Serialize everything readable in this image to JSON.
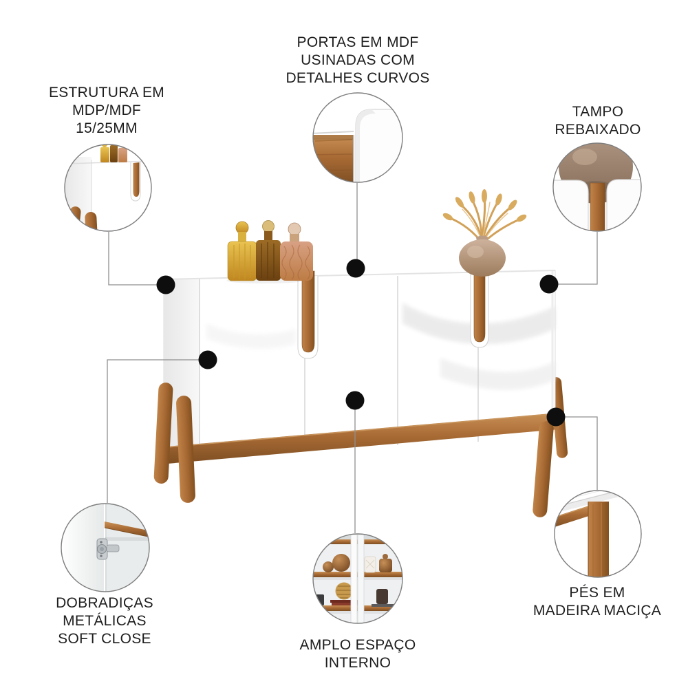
{
  "colors": {
    "wood": "#a96b35",
    "wood_dark": "#7d4e22",
    "text": "#1d1d1d",
    "connector_line": "#8f8f8f",
    "callout_dot": "#0e0e0e",
    "vase": "#b49379",
    "wheat": "#d2a159"
  },
  "callouts": {
    "estrutura": {
      "lines": [
        "ESTRUTURA EM",
        "MDP/MDF",
        "15/25MM"
      ]
    },
    "portas": {
      "lines": [
        "PORTAS EM MDF",
        "USINADAS COM",
        "DETALHES CURVOS"
      ]
    },
    "tampo": {
      "lines": [
        "TAMPO",
        "REBAIXADO"
      ]
    },
    "dobradicas": {
      "lines": [
        "DOBRADIÇAS",
        "METÁLICAS",
        "SOFT CLOSE"
      ]
    },
    "amplo": {
      "lines": [
        "AMPLO ESPAÇO",
        "INTERNO"
      ]
    },
    "pes": {
      "lines": [
        "PÉS EM",
        "MADEIRA MACIÇA"
      ]
    }
  }
}
